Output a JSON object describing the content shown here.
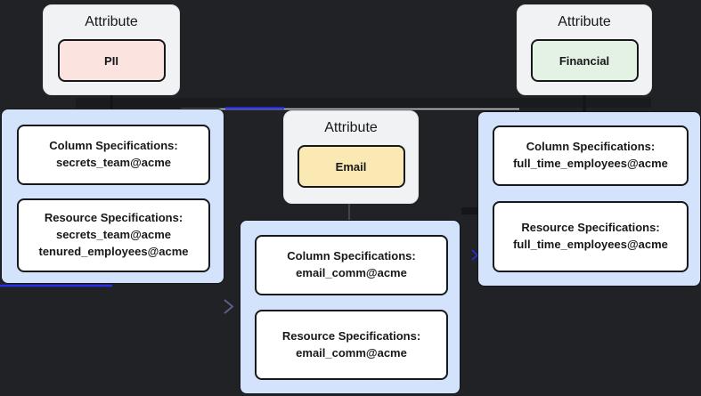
{
  "attribute_nodes": {
    "pii": {
      "title": "Attribute",
      "badge": "PII"
    },
    "email": {
      "title": "Attribute",
      "badge": "Email"
    },
    "financial": {
      "title": "Attribute",
      "badge": "Financial"
    }
  },
  "spec_clusters": {
    "secrets_team": {
      "column": {
        "heading": "Column Specifications:",
        "line1": "secrets_team@acme"
      },
      "resource": {
        "heading": "Resource Specifications:",
        "line1": "secrets_team@acme",
        "line2": "tenured_employees@acme"
      }
    },
    "email_comm": {
      "column": {
        "heading": "Column Specifications:",
        "line1": "email_comm@acme"
      },
      "resource": {
        "heading": "Resource Specifications:",
        "line1": "email_comm@acme"
      }
    },
    "full_time_employees": {
      "column": {
        "heading": "Column Specifications:",
        "line1": "full_time_employees@acme"
      },
      "resource": {
        "heading": "Resource Specifications:",
        "line1": "full_time_employees@acme"
      }
    }
  },
  "colors": {
    "background": "#202226",
    "attribute_box_fill": "#f1f2f4",
    "pii_badge_fill": "#fbe3df",
    "email_badge_fill": "#fbe9b4",
    "financial_badge_fill": "#e4f2e4",
    "cluster_fill": "#d2e3fb",
    "spec_box_fill": "#ffffff",
    "node_border": "#17181b",
    "highlight_edge": "#2b2de8",
    "light_edge": "#c7cad0",
    "text": "#17181b"
  }
}
